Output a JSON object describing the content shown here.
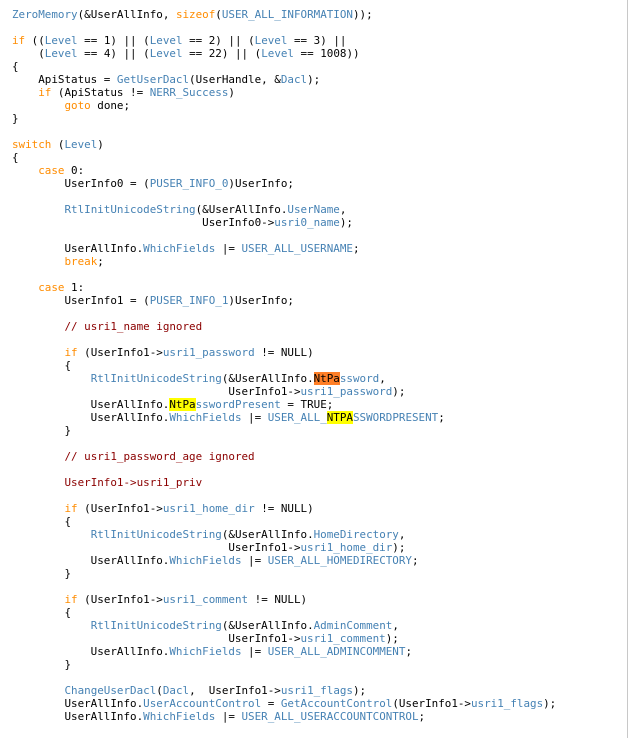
{
  "editor": {
    "lines": [
      [
        [
          "ZeroMemory",
          "fn"
        ],
        [
          "(&UserAllInfo, ",
          ""
        ],
        [
          "sizeof",
          "kw"
        ],
        [
          "(",
          ""
        ],
        [
          "USER_ALL_INFORMATION",
          "fn"
        ],
        [
          "));",
          ""
        ]
      ],
      [],
      [
        [
          "if",
          "kw"
        ],
        [
          " ((",
          ""
        ],
        [
          "Level",
          "fn"
        ],
        [
          " == 1) || (",
          ""
        ],
        [
          "Level",
          "fn"
        ],
        [
          " == 2) || (",
          ""
        ],
        [
          "Level",
          "fn"
        ],
        [
          " == 3) ||",
          ""
        ]
      ],
      [
        [
          "    (",
          ""
        ],
        [
          "Level",
          "fn"
        ],
        [
          " == 4) || (",
          ""
        ],
        [
          "Level",
          "fn"
        ],
        [
          " == 22) || (",
          ""
        ],
        [
          "Level",
          "fn"
        ],
        [
          " == 1008))",
          ""
        ]
      ],
      [
        [
          "{",
          ""
        ]
      ],
      [
        [
          "    ApiStatus = ",
          ""
        ],
        [
          "GetUserDacl",
          "fn"
        ],
        [
          "(UserHandle, &",
          ""
        ],
        [
          "Dacl",
          "fn"
        ],
        [
          ");",
          ""
        ]
      ],
      [
        [
          "    ",
          ""
        ],
        [
          "if",
          "kw"
        ],
        [
          " (ApiStatus != ",
          ""
        ],
        [
          "NERR_Success",
          "fn"
        ],
        [
          ")",
          ""
        ]
      ],
      [
        [
          "        ",
          ""
        ],
        [
          "goto",
          "kw"
        ],
        [
          " done;",
          ""
        ]
      ],
      [
        [
          "}",
          ""
        ]
      ],
      [],
      [
        [
          "switch",
          "kw"
        ],
        [
          " (",
          ""
        ],
        [
          "Level",
          "fn"
        ],
        [
          ")",
          ""
        ]
      ],
      [
        [
          "{",
          ""
        ]
      ],
      [
        [
          "    ",
          ""
        ],
        [
          "case",
          "kw"
        ],
        [
          " 0:",
          ""
        ]
      ],
      [
        [
          "        UserInfo0 = (",
          ""
        ],
        [
          "PUSER_INFO_0",
          "fn"
        ],
        [
          ")UserInfo;",
          ""
        ]
      ],
      [],
      [
        [
          "        ",
          ""
        ],
        [
          "RtlInitUnicodeString",
          "fn"
        ],
        [
          "(&UserAllInfo.",
          ""
        ],
        [
          "UserName",
          "fn"
        ],
        [
          ",",
          ""
        ]
      ],
      [
        [
          "                             UserInfo0->",
          ""
        ],
        [
          "usri0_name",
          "fn"
        ],
        [
          ");",
          ""
        ]
      ],
      [],
      [
        [
          "        UserAllInfo.",
          ""
        ],
        [
          "WhichFields",
          "fn"
        ],
        [
          " |= ",
          ""
        ],
        [
          "USER_ALL_USERNAME",
          "fn"
        ],
        [
          ";",
          ""
        ]
      ],
      [
        [
          "        ",
          ""
        ],
        [
          "break",
          "kw"
        ],
        [
          ";",
          ""
        ]
      ],
      [],
      [
        [
          "    ",
          ""
        ],
        [
          "case",
          "kw"
        ],
        [
          " 1:",
          ""
        ]
      ],
      [
        [
          "        UserInfo1 = (",
          ""
        ],
        [
          "PUSER_INFO_1",
          "fn"
        ],
        [
          ")UserInfo;",
          ""
        ]
      ],
      [],
      [
        [
          "        ",
          ""
        ],
        [
          "// usri1_name ignored",
          "cm"
        ]
      ],
      [],
      [
        [
          "        ",
          ""
        ],
        [
          "if",
          "kw"
        ],
        [
          " (UserInfo1->",
          ""
        ],
        [
          "usri1_password",
          "fn"
        ],
        [
          " != NULL)",
          ""
        ]
      ],
      [
        [
          "        {",
          ""
        ]
      ],
      [
        [
          "            ",
          ""
        ],
        [
          "RtlInitUnicodeString",
          "fn"
        ],
        [
          "(&UserAllInfo.",
          ""
        ],
        [
          "NtPa",
          "hl-o"
        ],
        [
          "ssword",
          "fn"
        ],
        [
          ",",
          ""
        ]
      ],
      [
        [
          "                                 UserInfo1->",
          ""
        ],
        [
          "usri1_password",
          "fn"
        ],
        [
          ");",
          ""
        ]
      ],
      [
        [
          "            UserAllInfo.",
          ""
        ],
        [
          "NtPa",
          "hl-y"
        ],
        [
          "sswordPresent",
          "fn"
        ],
        [
          " = TRUE;",
          ""
        ]
      ],
      [
        [
          "            UserAllInfo.",
          ""
        ],
        [
          "WhichFields",
          "fn"
        ],
        [
          " |= ",
          ""
        ],
        [
          "USER_ALL_",
          "fn"
        ],
        [
          "NTPA",
          "hl-y"
        ],
        [
          "SSWORDPRESENT",
          "fn"
        ],
        [
          ";",
          ""
        ]
      ],
      [
        [
          "        }",
          ""
        ]
      ],
      [],
      [
        [
          "        ",
          ""
        ],
        [
          "// usri1_password_age ignored",
          "cm"
        ]
      ],
      [],
      [
        [
          "        ",
          ""
        ],
        [
          "UserInfo1->usri1_priv",
          "cm"
        ]
      ],
      [],
      [
        [
          "        ",
          ""
        ],
        [
          "if",
          "kw"
        ],
        [
          " (UserInfo1->",
          ""
        ],
        [
          "usri1_home_dir",
          "fn"
        ],
        [
          " != NULL)",
          ""
        ]
      ],
      [
        [
          "        {",
          ""
        ]
      ],
      [
        [
          "            ",
          ""
        ],
        [
          "RtlInitUnicodeString",
          "fn"
        ],
        [
          "(&UserAllInfo.",
          ""
        ],
        [
          "HomeDirectory",
          "fn"
        ],
        [
          ",",
          ""
        ]
      ],
      [
        [
          "                                 UserInfo1->",
          ""
        ],
        [
          "usri1_home_dir",
          "fn"
        ],
        [
          ");",
          ""
        ]
      ],
      [
        [
          "            UserAllInfo.",
          ""
        ],
        [
          "WhichFields",
          "fn"
        ],
        [
          " |= ",
          ""
        ],
        [
          "USER_ALL_HOMEDIRECTORY",
          "fn"
        ],
        [
          ";",
          ""
        ]
      ],
      [
        [
          "        }",
          ""
        ]
      ],
      [],
      [
        [
          "        ",
          ""
        ],
        [
          "if",
          "kw"
        ],
        [
          " (UserInfo1->",
          ""
        ],
        [
          "usri1_comment",
          "fn"
        ],
        [
          " != NULL)",
          ""
        ]
      ],
      [
        [
          "        {",
          ""
        ]
      ],
      [
        [
          "            ",
          ""
        ],
        [
          "RtlInitUnicodeString",
          "fn"
        ],
        [
          "(&UserAllInfo.",
          ""
        ],
        [
          "AdminComment",
          "fn"
        ],
        [
          ",",
          ""
        ]
      ],
      [
        [
          "                                 UserInfo1->",
          ""
        ],
        [
          "usri1_comment",
          "fn"
        ],
        [
          ");",
          ""
        ]
      ],
      [
        [
          "            UserAllInfo.",
          ""
        ],
        [
          "WhichFields",
          "fn"
        ],
        [
          " |= ",
          ""
        ],
        [
          "USER_ALL_ADMINCOMMENT",
          "fn"
        ],
        [
          ";",
          ""
        ]
      ],
      [
        [
          "        }",
          ""
        ]
      ],
      [],
      [
        [
          "        ",
          ""
        ],
        [
          "ChangeUserDacl",
          "fn"
        ],
        [
          "(",
          ""
        ],
        [
          "Dacl",
          "fn"
        ],
        [
          ",  UserInfo1->",
          ""
        ],
        [
          "usri1_flags",
          "fn"
        ],
        [
          ");",
          ""
        ]
      ],
      [
        [
          "        UserAllInfo.",
          ""
        ],
        [
          "UserAccountControl",
          "fn"
        ],
        [
          " = ",
          ""
        ],
        [
          "GetAccountControl",
          "fn"
        ],
        [
          "(UserInfo1->",
          ""
        ],
        [
          "usri1_flags",
          "fn"
        ],
        [
          ");",
          ""
        ]
      ],
      [
        [
          "        UserAllInfo.",
          ""
        ],
        [
          "WhichFields",
          "fn"
        ],
        [
          " |= ",
          ""
        ],
        [
          "USER_ALL_USERACCOUNTCONTROL",
          "fn"
        ],
        [
          ";",
          ""
        ]
      ]
    ]
  }
}
